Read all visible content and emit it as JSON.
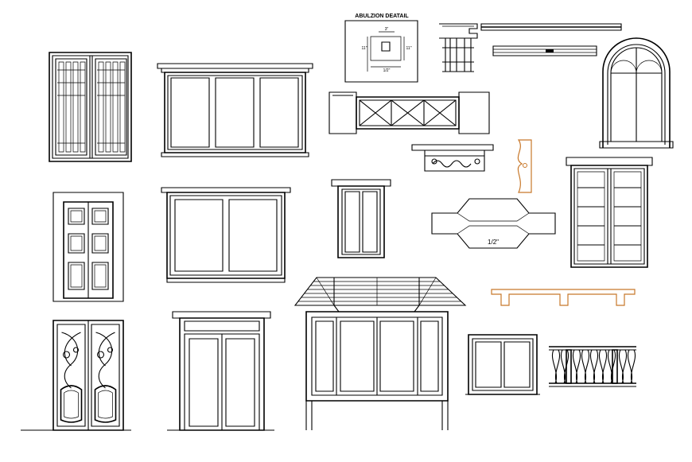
{
  "drawing": {
    "detail_title": "ABULZION DEATAIL",
    "dim_labels": [
      "3\"",
      "11\"",
      "11\"",
      "1/2\""
    ],
    "profile_label": "1/2\"",
    "colors": {
      "line": "#000000",
      "accent": "#c8782a",
      "background": "#ffffff"
    }
  }
}
